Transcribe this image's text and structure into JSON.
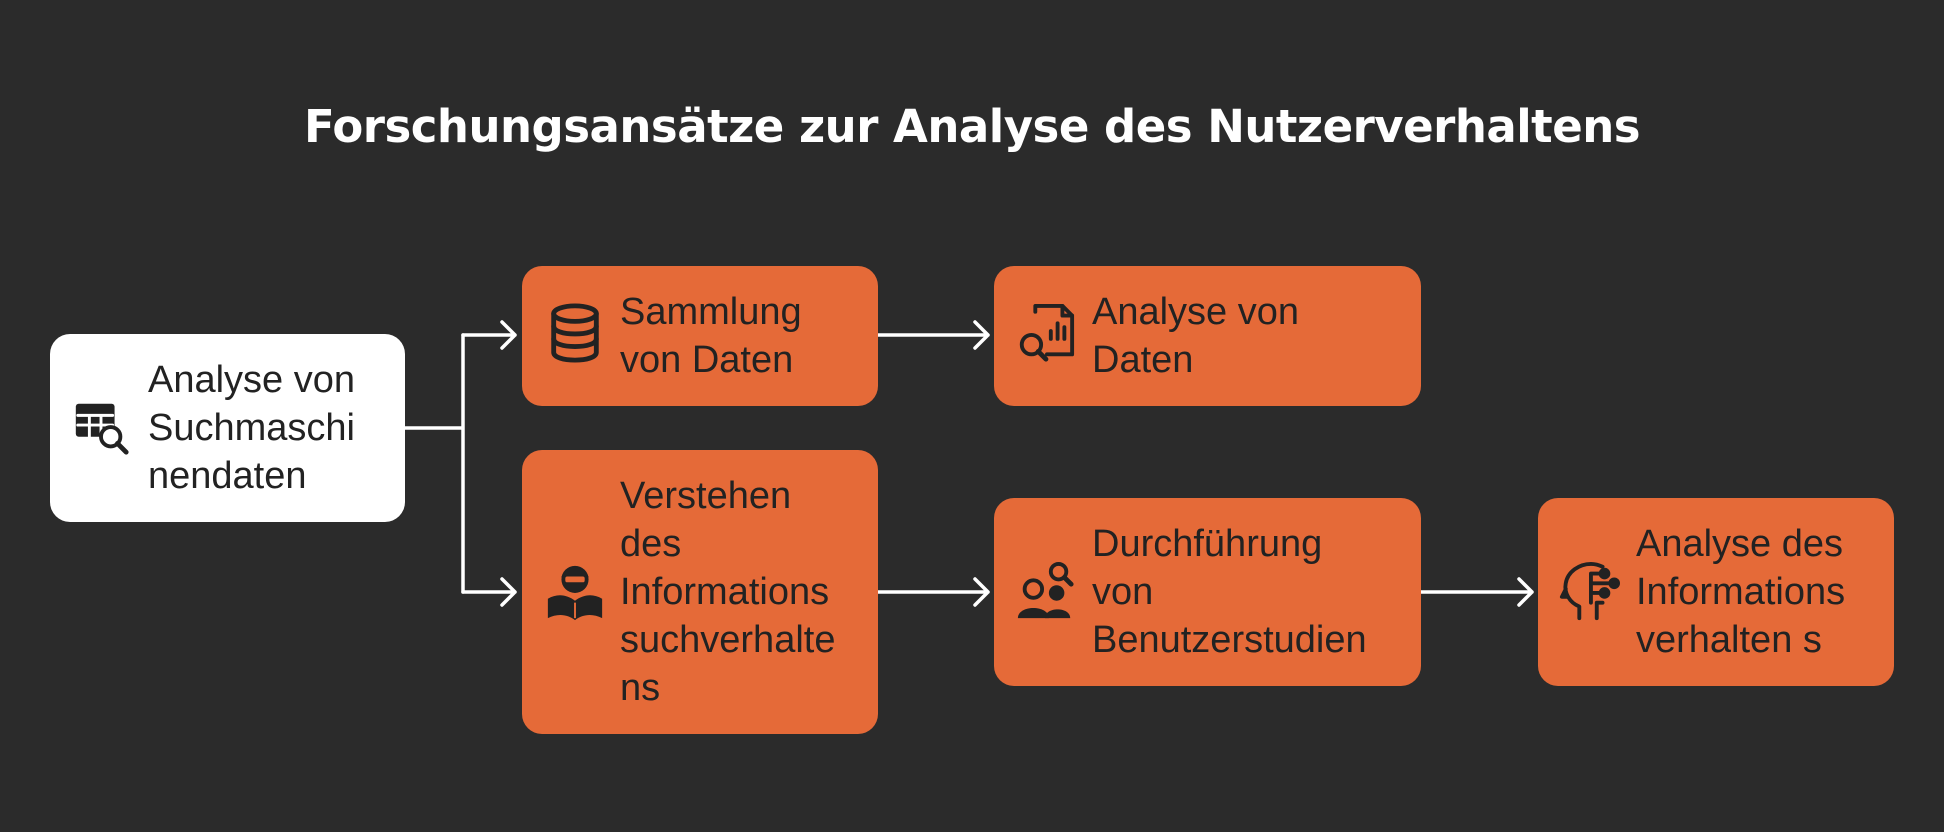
{
  "title": "Forschungsansätze zur Analyse des Nutzerverhaltens",
  "colors": {
    "background": "#2b2b2b",
    "root_fill": "#ffffff",
    "node_fill": "#e56a38",
    "text": "#222222",
    "connector": "#ffffff"
  },
  "nodes": {
    "root": {
      "label": "Analyse von\nSuchmaschi\nnendaten",
      "icon": "table-search-icon"
    },
    "sammlung": {
      "label": "Sammlung\nvon Daten",
      "icon": "database-icon"
    },
    "analyse_daten": {
      "label": "Analyse von\nDaten",
      "icon": "document-chart-search-icon"
    },
    "verstehen": {
      "label": "Verstehen\ndes\nInformations\nsuchverhalte\nns",
      "icon": "person-reading-icon"
    },
    "durchfuehrung": {
      "label": "Durchführung\nvon\nBenutzerstudien",
      "icon": "people-search-icon"
    },
    "analyse_info": {
      "label": "Analyse des\nInformations\nverhalten s",
      "icon": "head-circuit-icon"
    }
  },
  "edges": [
    [
      "root",
      "sammlung"
    ],
    [
      "root",
      "verstehen"
    ],
    [
      "sammlung",
      "analyse_daten"
    ],
    [
      "verstehen",
      "durchfuehrung"
    ],
    [
      "durchfuehrung",
      "analyse_info"
    ]
  ]
}
